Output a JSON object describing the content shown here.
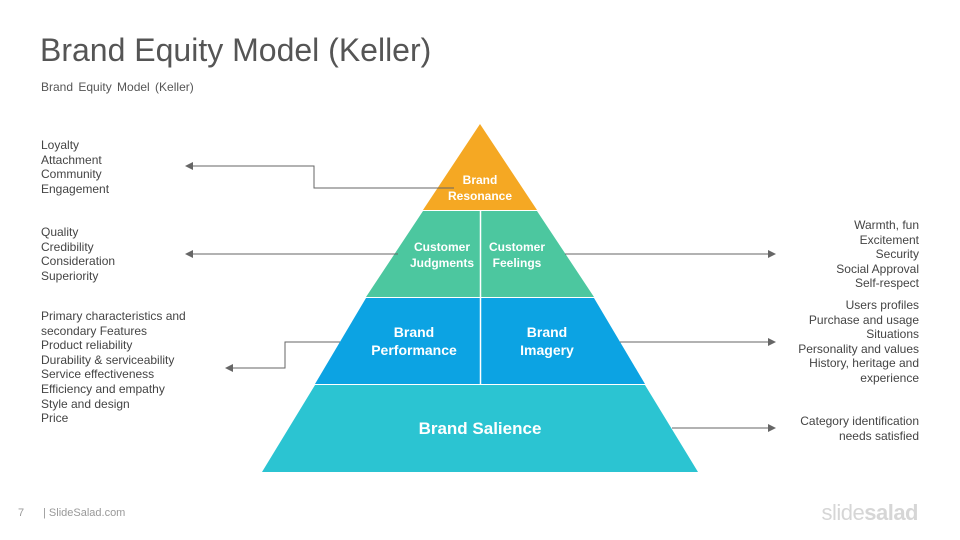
{
  "title": "Brand Equity Model (Keller)",
  "subtitle": "Brand  Equity Model  (Keller)",
  "pyramid": {
    "resonance": [
      "Brand",
      "Resonance"
    ],
    "judgments": [
      "Customer",
      "Judgments"
    ],
    "feelings": [
      "Customer",
      "Feelings"
    ],
    "performance": [
      "Brand",
      "Performance"
    ],
    "imagery": [
      "Brand",
      "Imagery"
    ],
    "salience": "Brand Salience"
  },
  "colors": {
    "resonance": "#F5A823",
    "middle": "#4CC79F",
    "performance": "#0CA3E3",
    "salience": "#2BC4D2",
    "arrow": "#666666"
  },
  "left_groups": {
    "resonance": [
      "Loyalty",
      "Attachment",
      "Community",
      "Engagement"
    ],
    "judgments": [
      "Quality",
      "Credibility",
      "Consideration",
      "Superiority"
    ],
    "performance": [
      "Primary characteristics  and",
      "secondary Features",
      "Product reliability",
      "Durability & serviceability",
      "Service  effectiveness",
      "Efficiency and empathy",
      "Style and design",
      "Price"
    ]
  },
  "right_groups": {
    "feelings": [
      "Warmth, fun",
      "Excitement",
      "Security",
      "Social Approval",
      "Self-respect"
    ],
    "imagery": [
      "Users profiles",
      "Purchase and usage",
      "Situations",
      "Personality and values",
      "History, heritage and",
      "experience"
    ],
    "salience": [
      "Category identification",
      "needs satisfied"
    ]
  },
  "footer": {
    "page_number": "7",
    "site": "| SlideSalad.com",
    "logo_light": "slide",
    "logo_bold": "salad"
  }
}
